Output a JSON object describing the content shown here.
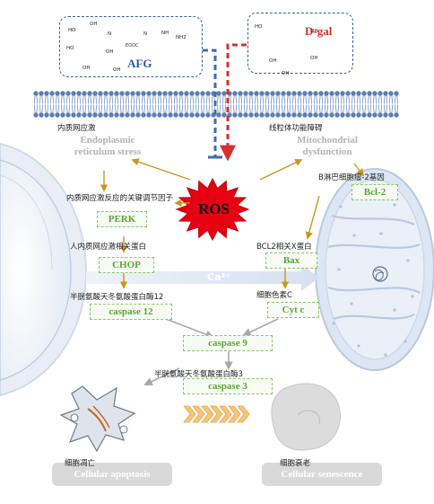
{
  "molecules": {
    "afg_name": "AFG",
    "dgal_name": "D-gal",
    "afg_text_fragment": "EOOC",
    "afg_atoms": [
      "HO",
      "OH",
      "HO",
      "OH",
      "OH",
      "OH",
      "N",
      "N",
      "NH",
      "NH2"
    ],
    "dgal_atoms": [
      "HO",
      "OH",
      "OH",
      "OH",
      "OH"
    ]
  },
  "membrane_labels": {
    "er_stress_zh": "内质网应激",
    "er_stress_en_line1": "Endoplasmic",
    "er_stress_en_line2": "reticulum stress",
    "mito_zh": "线粒体功能障碍",
    "mito_en_line1": "Mitochondrial",
    "mito_en_line2": "dysfunction"
  },
  "center": {
    "ros": "ROS",
    "calcium": "Ca²⁺"
  },
  "er_pathway": {
    "perk_zh": "内质网应激反应的关键调节因子",
    "perk": "PERK",
    "chop_zh": "人内质网应激相关蛋白",
    "chop": "CHOP",
    "casp12_zh": "半胱氨酸天冬氨酸蛋白酶12",
    "casp12": "caspase 12"
  },
  "mito_pathway": {
    "bcl2_zh": "B淋巴细胞瘤-2基因",
    "bcl2": "Bcl-2",
    "bax_zh": "BCL2相关X蛋白",
    "bax": "Bax",
    "cytc_zh": "细胞色素C",
    "cytc": "Cyt c"
  },
  "common_pathway": {
    "casp9": "caspase 9",
    "casp3_zh": "半胱氨酸天冬氨酸蛋白酶3",
    "casp3": "caspase 3"
  },
  "outcomes": {
    "apoptosis_zh": "细胞凋亡",
    "apoptosis_en": "Cellular apoptosis",
    "senescence_zh": "细胞衰老",
    "senescence_en": "Cellular senescence"
  },
  "colors": {
    "afg_arrow": "#3f6fa8",
    "dgal_arrow": "#d62f2f",
    "membrane": "#5b7fb5",
    "ros_star": "#e60012",
    "pathway_arrow": "#c8951f",
    "box_border": "#8cc46c",
    "box_text": "#5ca33a",
    "ca_arrow": "#d6e0ef",
    "chevrons": "#f2b45a"
  }
}
